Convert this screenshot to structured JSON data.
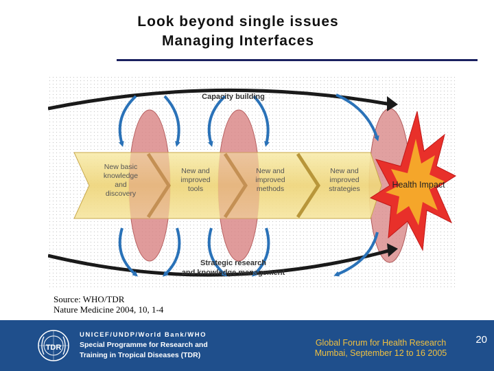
{
  "slide": {
    "title_line1": "Look beyond single issues",
    "title_line2": "Managing Interfaces",
    "page_number": "20"
  },
  "diagram": {
    "top_label": "Capacity building",
    "bottom_label_line1": "Strategic research",
    "bottom_label_line2": "and knowledge management",
    "stage1": [
      "New basic",
      "knowledge",
      "and",
      "discovery"
    ],
    "stage2": [
      "New and",
      "improved",
      "tools"
    ],
    "stage3": [
      "New and",
      "improved",
      "methods"
    ],
    "stage4": [
      "New and",
      "improved",
      "strategies"
    ],
    "impact_label": "Health Impact"
  },
  "source": {
    "line1": "Source: WHO/TDR",
    "line2": "Nature Medicine 2004, 10, 1-4"
  },
  "footer": {
    "logo_text": "TDR",
    "org_line1": "UNICEF/UNDP/World Bank/WHO",
    "org_line2": "Special Programme for Research and",
    "org_line3": "Training in Tropical Diseases (TDR)",
    "forum_line1": "Global Forum for Health Research",
    "forum_line2": "Mumbai, September 12 to 16 2005"
  },
  "colors": {
    "arrow_band": "#f2df8a",
    "ellipse": "#d98888",
    "curve_arrow": "#2a72b8",
    "footer_bg": "#1f4f8c",
    "forum_text": "#f0c040"
  }
}
